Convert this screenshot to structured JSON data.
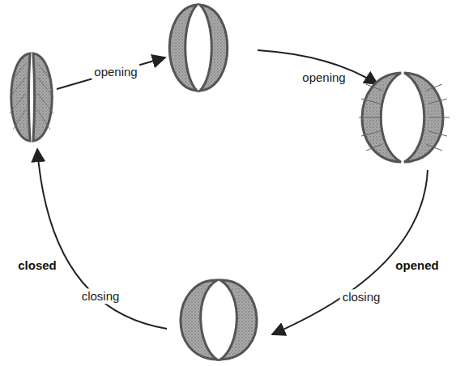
{
  "diagram": {
    "labels": [
      "opening",
      "opening",
      "closed",
      "opened",
      "closing",
      "closing"
    ]
  }
}
